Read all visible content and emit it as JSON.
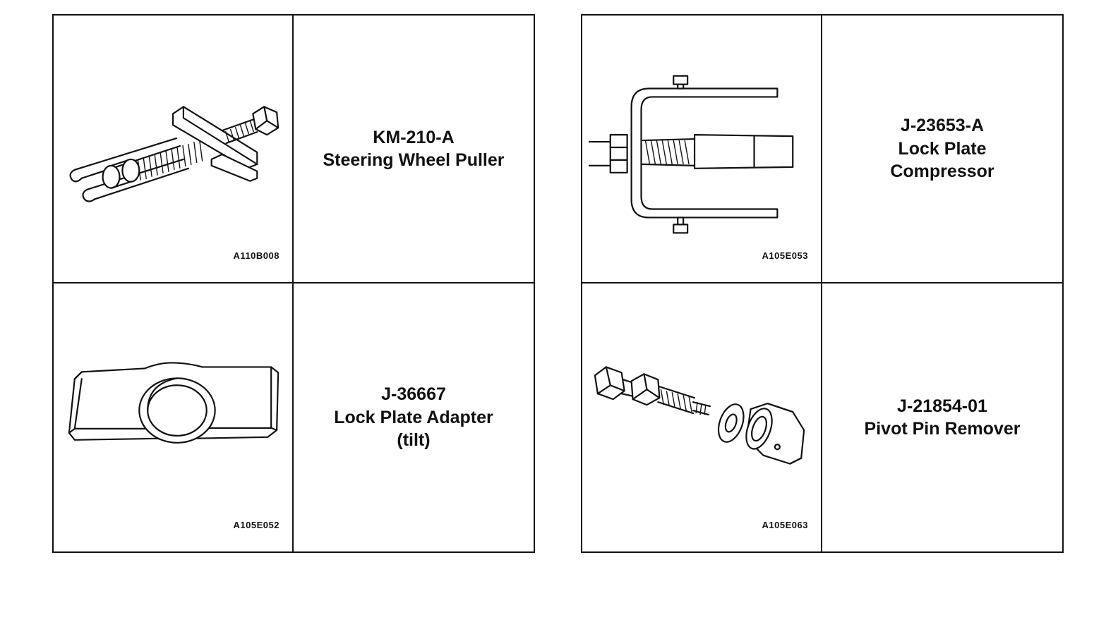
{
  "tools": [
    {
      "figure_code": "A110B008",
      "part_number": "KM-210-A",
      "name_lines": [
        "Steering Wheel Puller"
      ],
      "icon": "steering-wheel-puller-illustration"
    },
    {
      "figure_code": "A105E053",
      "part_number": "J-23653-A",
      "name_lines": [
        "Lock Plate",
        "Compressor"
      ],
      "icon": "lock-plate-compressor-illustration"
    },
    {
      "figure_code": "A105E052",
      "part_number": "J-36667",
      "name_lines": [
        "Lock Plate Adapter",
        "(tilt)"
      ],
      "icon": "lock-plate-adapter-illustration"
    },
    {
      "figure_code": "A105E063",
      "part_number": "J-21854-01",
      "name_lines": [
        "Pivot Pin Remover"
      ],
      "icon": "pivot-pin-remover-illustration"
    }
  ]
}
